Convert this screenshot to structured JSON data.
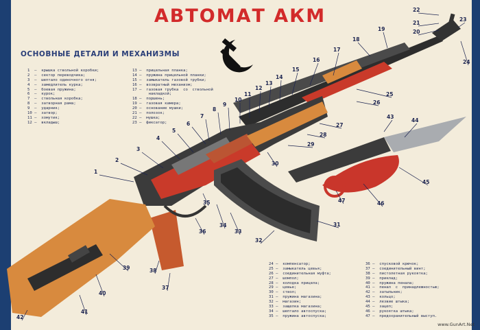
{
  "title": "АВТОМАТ АКМ",
  "subtitle": "ОСНОВНЫЕ ДЕТАЛИ И МЕХАНИЗМЫ",
  "legend_col1": [
    "1  —  крышка ствольной коробки;",
    "2  —  сектор переводчика;",
    "3  —  шептало одиночного огня;",
    "4  —  замедлитель курка;",
    "5  —  боевая пружина;",
    "6  —  курок;",
    "7  —  ствольная коробка;",
    "8  —  затворная рама;",
    "9  —  ударник;",
    "10 —  затвор;",
    "11 —  хомутик;",
    "12 —  вкладыш;"
  ],
  "legend_col2": [
    "13 —  прицельная планка;",
    "14 —  пружина прицельной планки;",
    "15 —  замыкатель газовой трубки;",
    "16 —  возвратный механизм;",
    "17 —  газовая трубка  со  ствольной",
    "       накладкой;",
    "18 —  поршень;",
    "19 —  газовая камера;",
    "20 —  основание мушки;",
    "21 —  полозок;",
    "22 —  мушка;",
    "23 —  фиксатор;"
  ],
  "legend_col3": [
    "24 —  компенсатор;",
    "25 —  замыкатель цевья;",
    "26 —  соединительная муфта;",
    "27 —  шомпол;",
    "28 —  колодка прицела;",
    "29 —  цевье;",
    "30 —  ствол;",
    "31 —  пружина магазина;",
    "32 —  магазин;",
    "33 —  защелка магазина;",
    "34 —  шептало автоспуска;",
    "35 —  пружина автоспуска;"
  ],
  "legend_col4": [
    "36 —  спусковой крючок;",
    "37 —  соединительный винт;",
    "38 —  пистолетная рукоятка;",
    "39 —  приклад;",
    "40 —  пружина пенала;",
    "41 —  пенал  с  принадлежностью;",
    "42 —  затыльник;",
    "43 —  кольцо;",
    "44 —  лезвие штыка;",
    "45 —  зацеп;",
    "46 —  рукоятка штыка;",
    "47 —  предохранительный выступ."
  ],
  "callouts": [
    "1",
    "2",
    "3",
    "4",
    "5",
    "6",
    "7",
    "8",
    "9",
    "10",
    "11",
    "12",
    "13",
    "14",
    "15",
    "16",
    "17",
    "18",
    "19",
    "20",
    "21",
    "22",
    "23",
    "24",
    "25",
    "26",
    "27",
    "28",
    "29",
    "30",
    "31",
    "32",
    "33",
    "34",
    "35",
    "36",
    "37",
    "38",
    "39",
    "40",
    "41",
    "42",
    "43",
    "44",
    "45",
    "46",
    "47"
  ],
  "watermark": "www.GunArt.Net",
  "colors": {
    "accent_red": "#d22a2a",
    "navy": "#1c3f72",
    "wood": "#d88a3e",
    "metal": "#3a3a3a",
    "background": "#f3ecdb"
  },
  "icons": [
    "hammer-and-sickle-icon"
  ]
}
